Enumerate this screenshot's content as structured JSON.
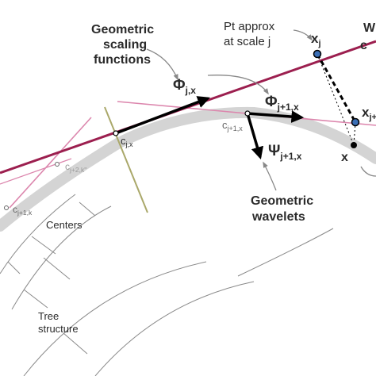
{
  "labels": {
    "geometric_scaling_line1": "Geometric",
    "geometric_scaling_line2": "scaling",
    "geometric_scaling_line3": "functions",
    "pt_approx_line1": "Pt approx",
    "pt_approx_line2": "at scale j",
    "x_j_base": "x",
    "x_j_sub": "j",
    "w_partial_line1": "W",
    "w_partial_line2": "c",
    "x_j1_base": "x",
    "x_j1_sub": "j+",
    "x_point": "x",
    "phi_jx_base": "Φ",
    "phi_jx_sub": "j,x",
    "phi_j1x_base": "Φ",
    "phi_j1x_sub": "j+1,x",
    "c_jx_base": "c",
    "c_jx_sub": "j,x",
    "c_j1x_base": "c",
    "c_j1x_sub": "j+1,x",
    "psi_base": "Ψ",
    "psi_sub": "j+1,x",
    "geometric_wavelets_line1": "Geometric",
    "geometric_wavelets_line2": "wavelets",
    "c_j2k_base": "c",
    "c_j2k_sub": "j+2,k\"",
    "c_j1k_base": "c",
    "c_j1k_sub": "j+1,k",
    "centers": "Centers",
    "tree_line1": "Tree",
    "tree_line2": "structure"
  },
  "colors": {
    "manifold": "#d4d4d4",
    "tangent_dark": "#9c1f4f",
    "tangent_light": "#dc86ad",
    "vector": "#000000",
    "point_fill": "#3b6fb6",
    "olive_line": "#aaa86a",
    "tree_lines": "#8a8a8a",
    "annotation_arrows": "#888888"
  }
}
